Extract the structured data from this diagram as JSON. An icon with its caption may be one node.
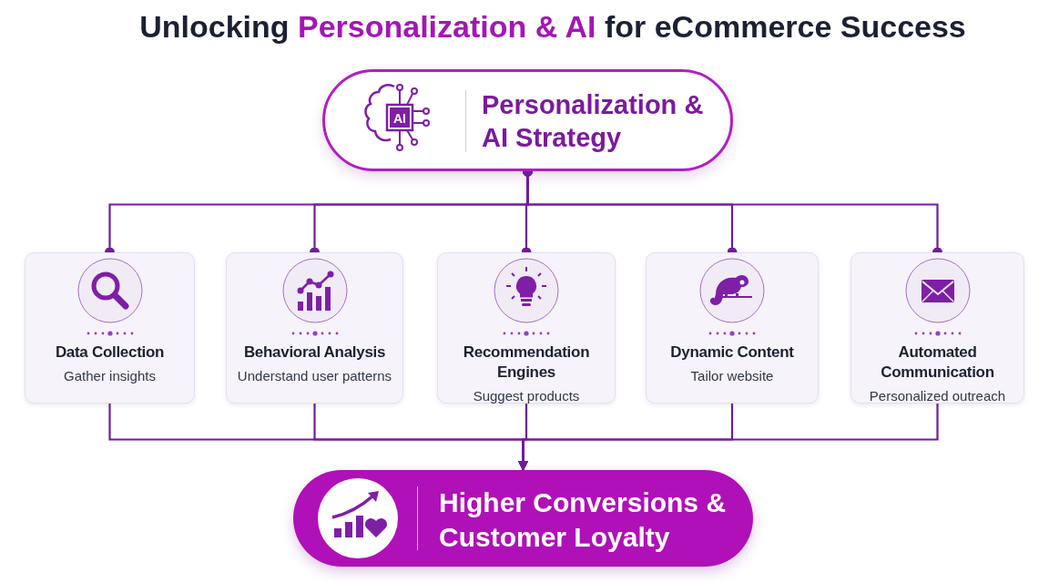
{
  "diagram": {
    "title": "Unlocking **Personalization & AI** for eCommerce Success",
    "nodes": [
      {
        "text": [
          "Personalization & AI Strategy"
        ]
      },
      {
        "text": [
          "Data Collection",
          "Gather insights"
        ]
      },
      {
        "text": [
          "Behavioral Analysis",
          "Understand user patterns"
        ]
      },
      {
        "text": [
          "Recommendation Engines",
          "Suggest products"
        ]
      },
      {
        "text": [
          "Dynamic Content",
          "Tailor website"
        ]
      },
      {
        "text": [
          "Automated Communication",
          "Personalized outreach"
        ]
      },
      {
        "text": [
          "Higher Conversions & Customer Loyalty"
        ]
      }
    ],
    "edges": [
      {
        "from": 0,
        "to": 1,
        "arrow": "other"
      },
      {
        "from": 0,
        "to": 2,
        "arrow": "other"
      },
      {
        "from": 0,
        "to": 3,
        "arrow": "other"
      },
      {
        "from": 0,
        "to": 4,
        "arrow": "other"
      },
      {
        "from": 0,
        "to": 5,
        "arrow": "other"
      },
      {
        "from": 1,
        "to": 6,
        "arrow": "to"
      },
      {
        "from": 2,
        "to": 6,
        "arrow": "to"
      },
      {
        "from": 3,
        "to": 6,
        "arrow": "to"
      },
      {
        "from": 4,
        "to": 6,
        "arrow": "to"
      },
      {
        "from": 5,
        "to": 6,
        "arrow": "to"
      }
    ],
    "labels": [
      "AI"
    ]
  }
}
